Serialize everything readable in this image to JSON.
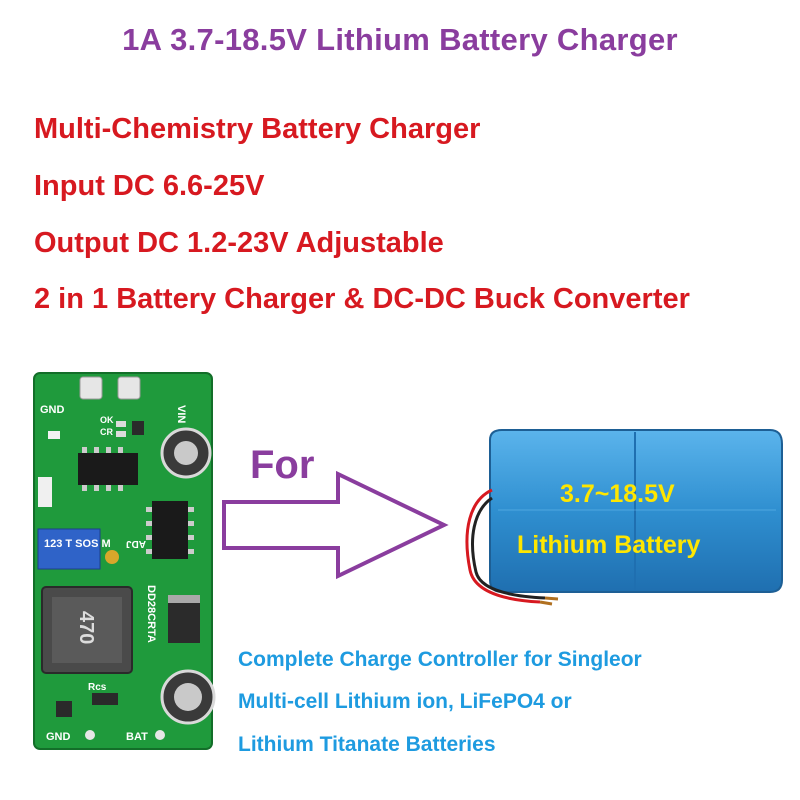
{
  "title": "1A 3.7-18.5V Lithium Battery Charger",
  "features": [
    "Multi-Chemistry Battery Charger",
    "Input DC 6.6-25V",
    "Output DC 1.2-23V Adjustable",
    "2 in 1 Battery Charger & DC-DC Buck Converter"
  ],
  "for_label": "For",
  "battery": {
    "voltage_label": "3.7~18.5V",
    "type_label": "Lithium Battery"
  },
  "board": {
    "silk_vin": "VIN",
    "silk_gnd_top": "GND",
    "silk_ok": "OK",
    "silk_cr": "CR",
    "silk_adj": "ADJ",
    "silk_model": "DD28CRTA",
    "silk_inductor": "470",
    "silk_pot": "123 T SOS M",
    "silk_rcs": "Rcs",
    "silk_gnd_bottom": "GND",
    "silk_bat": "BAT"
  },
  "description": [
    "Complete Charge Controller for Singleor",
    "Multi-cell Lithium ion, LiFePO4 or",
    "Lithium Titanate Batteries"
  ],
  "colors": {
    "title": "#8a3d9e",
    "features": "#d71920",
    "description": "#1e9be0",
    "battery_label": "#ffe600",
    "pcb": "#1f9a3c",
    "battery_wrap": "#2f8fd0"
  }
}
